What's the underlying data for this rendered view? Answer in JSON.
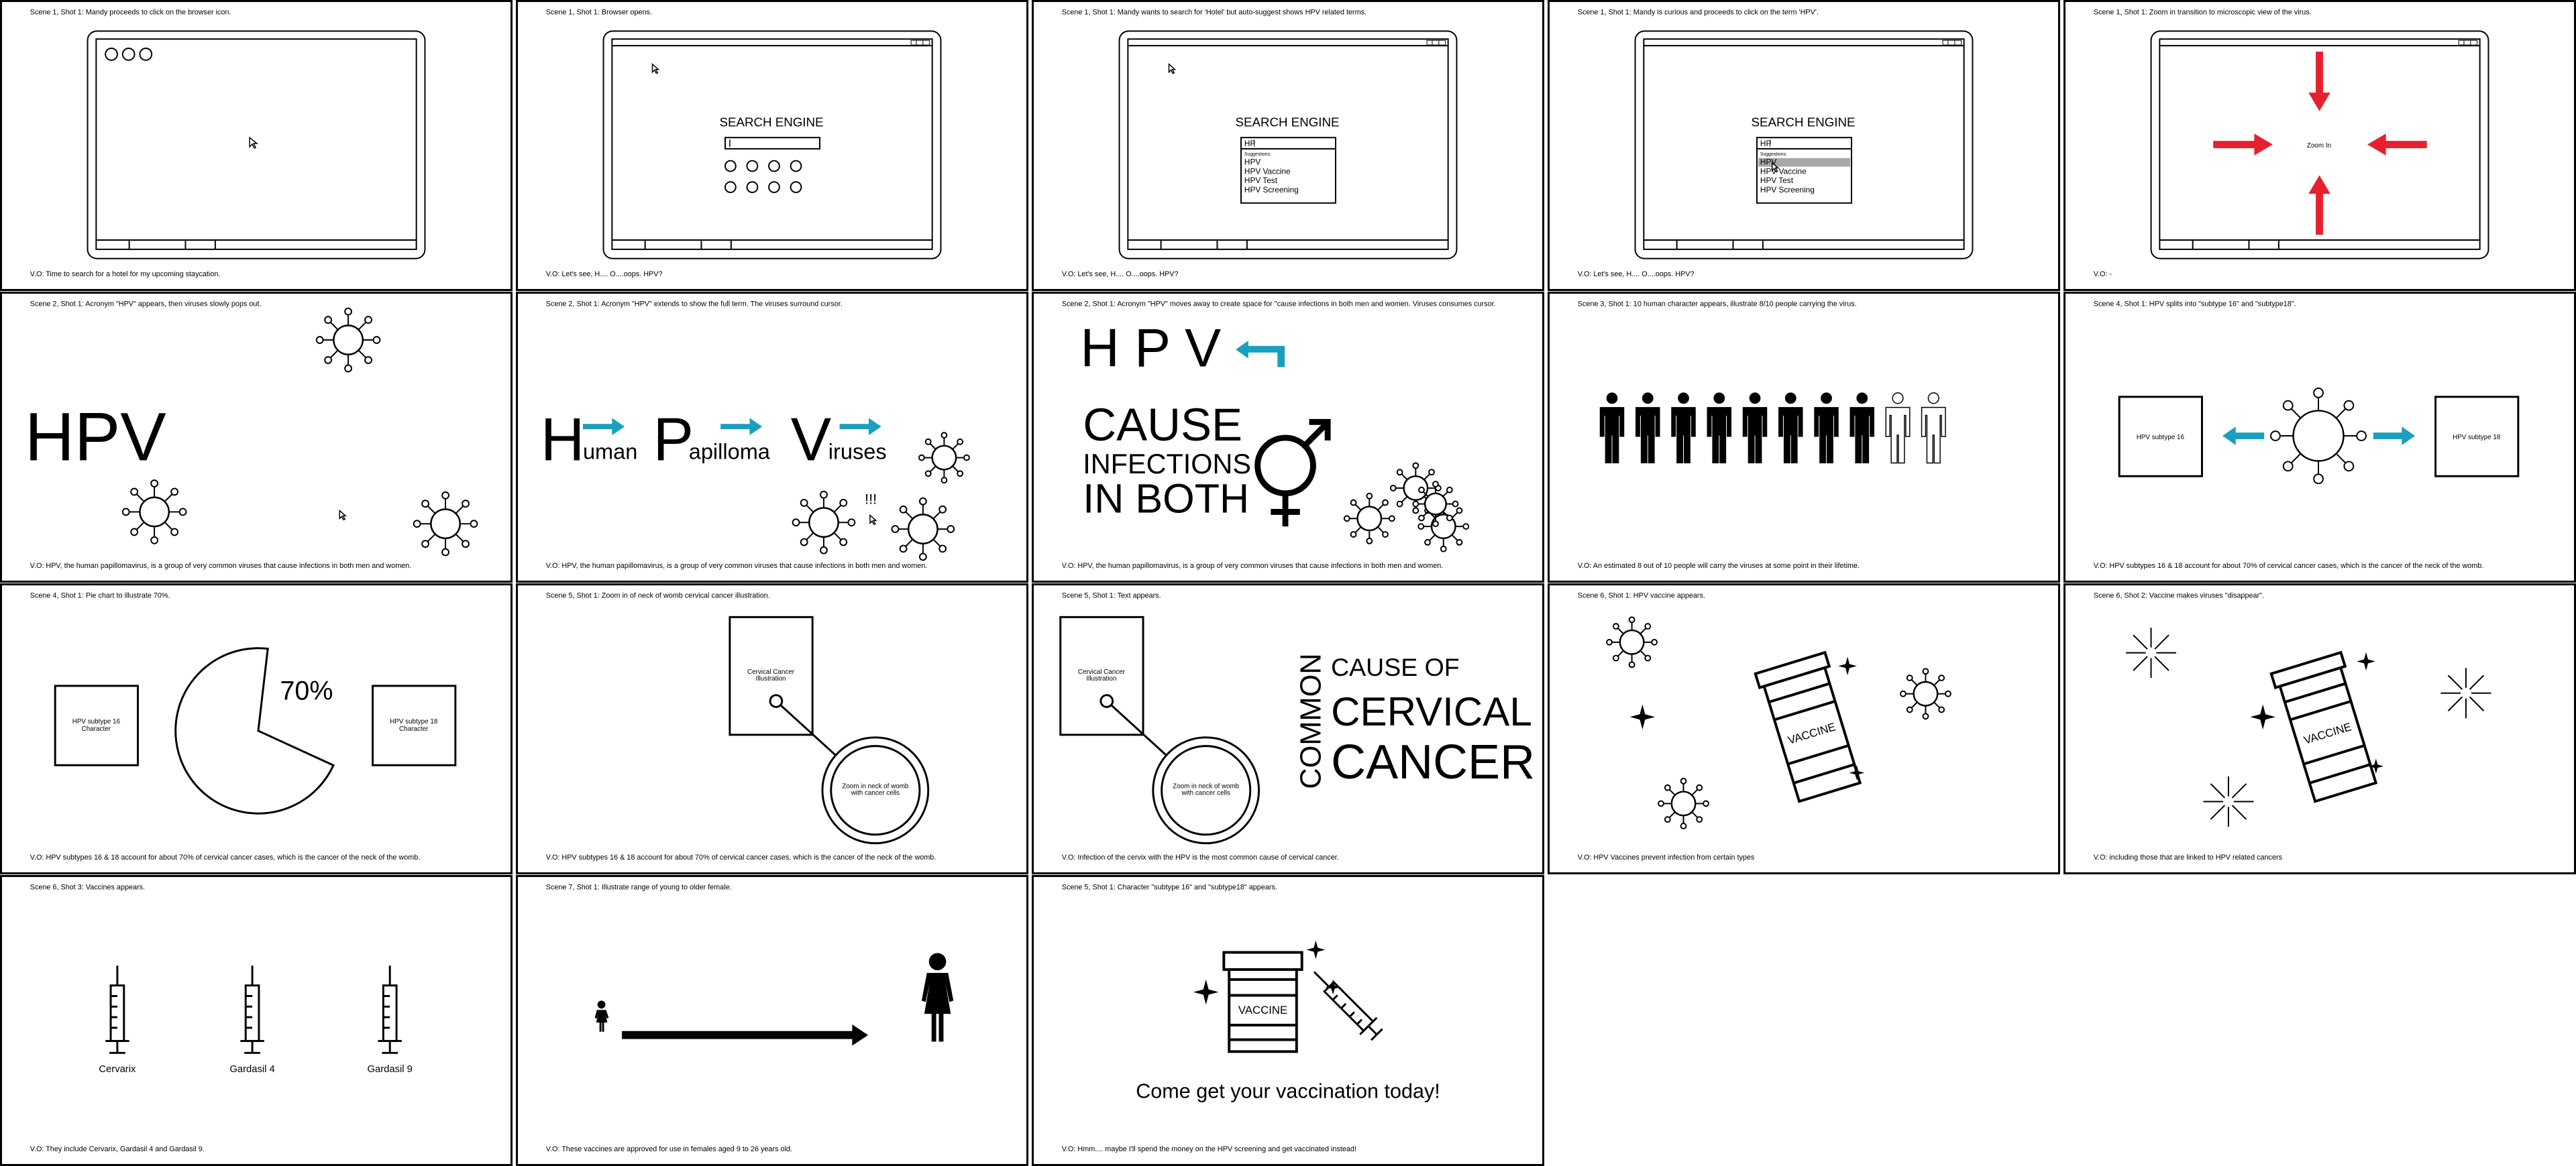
{
  "colors": {
    "accent_blue": "#1a9fbf",
    "accent_red": "#e8202e",
    "line": "#000000"
  },
  "panels": [
    {
      "heading": "Scene 1, Shot 1: Mandy proceeds to click on the browser icon.",
      "vo": "V.O: Time to search for a hotel for my upcoming staycation."
    },
    {
      "heading": "Scene 1, Shot 1: Browser opens.",
      "vo": "V.O: Let's see, H.... O....oops. HPV?",
      "engine": "SEARCH ENGINE"
    },
    {
      "heading": "Scene 1, Shot 1: Mandy wants to search for 'Hotel' but auto-suggest shows HPV related terms.",
      "vo": "V.O: Let's see, H.... O....oops. HPV?",
      "engine": "SEARCH ENGINE",
      "query": "HP",
      "suggest_label": "Suggestions:",
      "suggestions": [
        "HPV",
        "HPV Vaccine",
        "HPV Test",
        "HPV Screening"
      ]
    },
    {
      "heading": "Scene 1, Shot 1: Mandy is curious and proceeds to click on the term 'HPV'.",
      "vo": "V.O: Let's see, H.... O....oops. HPV?",
      "engine": "SEARCH ENGINE",
      "query": "HP",
      "suggest_label": "Suggestions:",
      "suggestions": [
        "HPV",
        "HPV Vaccine",
        "HPV Test",
        "HPV Screening"
      ]
    },
    {
      "heading": "Scene 1, Shot 1: Zoom in transition to microscopic view of the virus.",
      "vo": "V.O: -",
      "zoom": "Zoom In"
    },
    {
      "heading": "Scene 2, Shot 1: Acronym \"HPV\" appears, then viruses slowly pops out.",
      "vo": "V.O: HPV, the human papillomavirus, is a group of very common viruses that cause infections in both men and women.",
      "big": "HPV"
    },
    {
      "heading": "Scene 2, Shot 1: Acronym \"HPV\" extends to show the full term. The viruses surround cursor.",
      "vo": "V.O: HPV, the human papillomavirus, is a group of very common viruses that cause infections in both men and women.",
      "letters": [
        "H",
        "P",
        "V"
      ],
      "rests": [
        "uman",
        "apilloma",
        "iruses"
      ],
      "excl": "!!!"
    },
    {
      "heading": "Scene 2, Shot 1: Acronym \"HPV\" moves away to create space for \"cause infections in both men and women. Viruses consumes cursor.",
      "vo": "V.O: HPV, the human papillomavirus, is a group of very common viruses that cause infections in both men and women.",
      "hpv_spaced": "H P V",
      "cause": "CAUSE",
      "infections": "INFECTIONS",
      "in_both": "IN BOTH"
    },
    {
      "heading": "Scene 3, Shot 1: 10 human character appears, illustrate 8/10 people carrying the virus.",
      "vo": "V.O: An estimated 8 out of 10 people will carry the viruses at some point in their lifetime.",
      "carriers": 8,
      "people": 10
    },
    {
      "heading": "Scene 4, Shot 1: HPV splits into \"subtype 16\" and \"subtype18\".",
      "vo": "V.O: HPV subtypes 16 & 18 account for about 70% of cervical cancer cases, which is the cancer of the neck of the womb.",
      "box_left": "HPV subtype 16",
      "box_right": "HPV subtype 18"
    },
    {
      "heading": "Scene 4, Shot 1: Pie chart to illustrate 70%.",
      "vo": "V.O: HPV subtypes 16 & 18 account for about 70% of cervical cancer cases, which is the cancer of the neck of the womb.",
      "percent_label": "70%",
      "pie_fraction": 0.7,
      "left_box": [
        "HPV subtype 16",
        "Character"
      ],
      "right_box": [
        "HPV subtype 18",
        "Character"
      ]
    },
    {
      "heading": "Scene 5, Shot 1: Zoom in of neck of womb cervical cancer illustration.",
      "vo": "V.O: HPV subtypes 16 & 18 account for about 70% of cervical cancer cases, which is the cancer of the neck of the womb.",
      "rect_label": [
        "Cervical Cancer",
        "Illustration"
      ],
      "circle_label": [
        "Zoom in neck of womb",
        "with cancer cells"
      ]
    },
    {
      "heading": "Scene 5, Shot 1: Text appears.",
      "vo": "V.O: Infection of the cervix with the HPV is the most common cause of cervical cancer.",
      "rect_label": [
        "Cervical Cancer",
        "Illustration"
      ],
      "circle_label": [
        "Zoom in neck of womb",
        "with cancer cells"
      ],
      "common": "COMMON",
      "cause_of": "CAUSE OF",
      "cervical": "CERVICAL",
      "cancer": "CANCER"
    },
    {
      "heading": "Scene 6, Shot 1: HPV vaccine appears.",
      "vo": "V.O: HPV Vaccines prevent infection from certain types",
      "vaccine": "VACCINE"
    },
    {
      "heading": "Scene 6, Shot 2: Vaccine makes viruses \"disappear\".",
      "vo": "V.O: including those that are linked to HPV related cancers",
      "vaccine": "VACCINE"
    },
    {
      "heading": "Scene 6, Shot 3: Vaccines appears.",
      "vo": "V.O: They include Cervarix, Gardasil 4 and Gardasil 9.",
      "vaccines": [
        "Cervarix",
        "Gardasil 4",
        "Gardasil 9"
      ]
    },
    {
      "heading": "Scene 7, Shot 1: Illustrate range of young to older female.",
      "vo": "V.O: These vaccines are approved for use in females aged 9 to 26 years old."
    },
    {
      "heading": "Scene 5, Shot 1: Character \"subtype 16\" and \"subtype18\" appears.",
      "vo": "V.O: Hmm.... maybe I'll spend the money on the HPV screening and get vaccinated instead!",
      "vaccine": "VACCINE",
      "cta": "Come get your vaccination today!"
    }
  ]
}
